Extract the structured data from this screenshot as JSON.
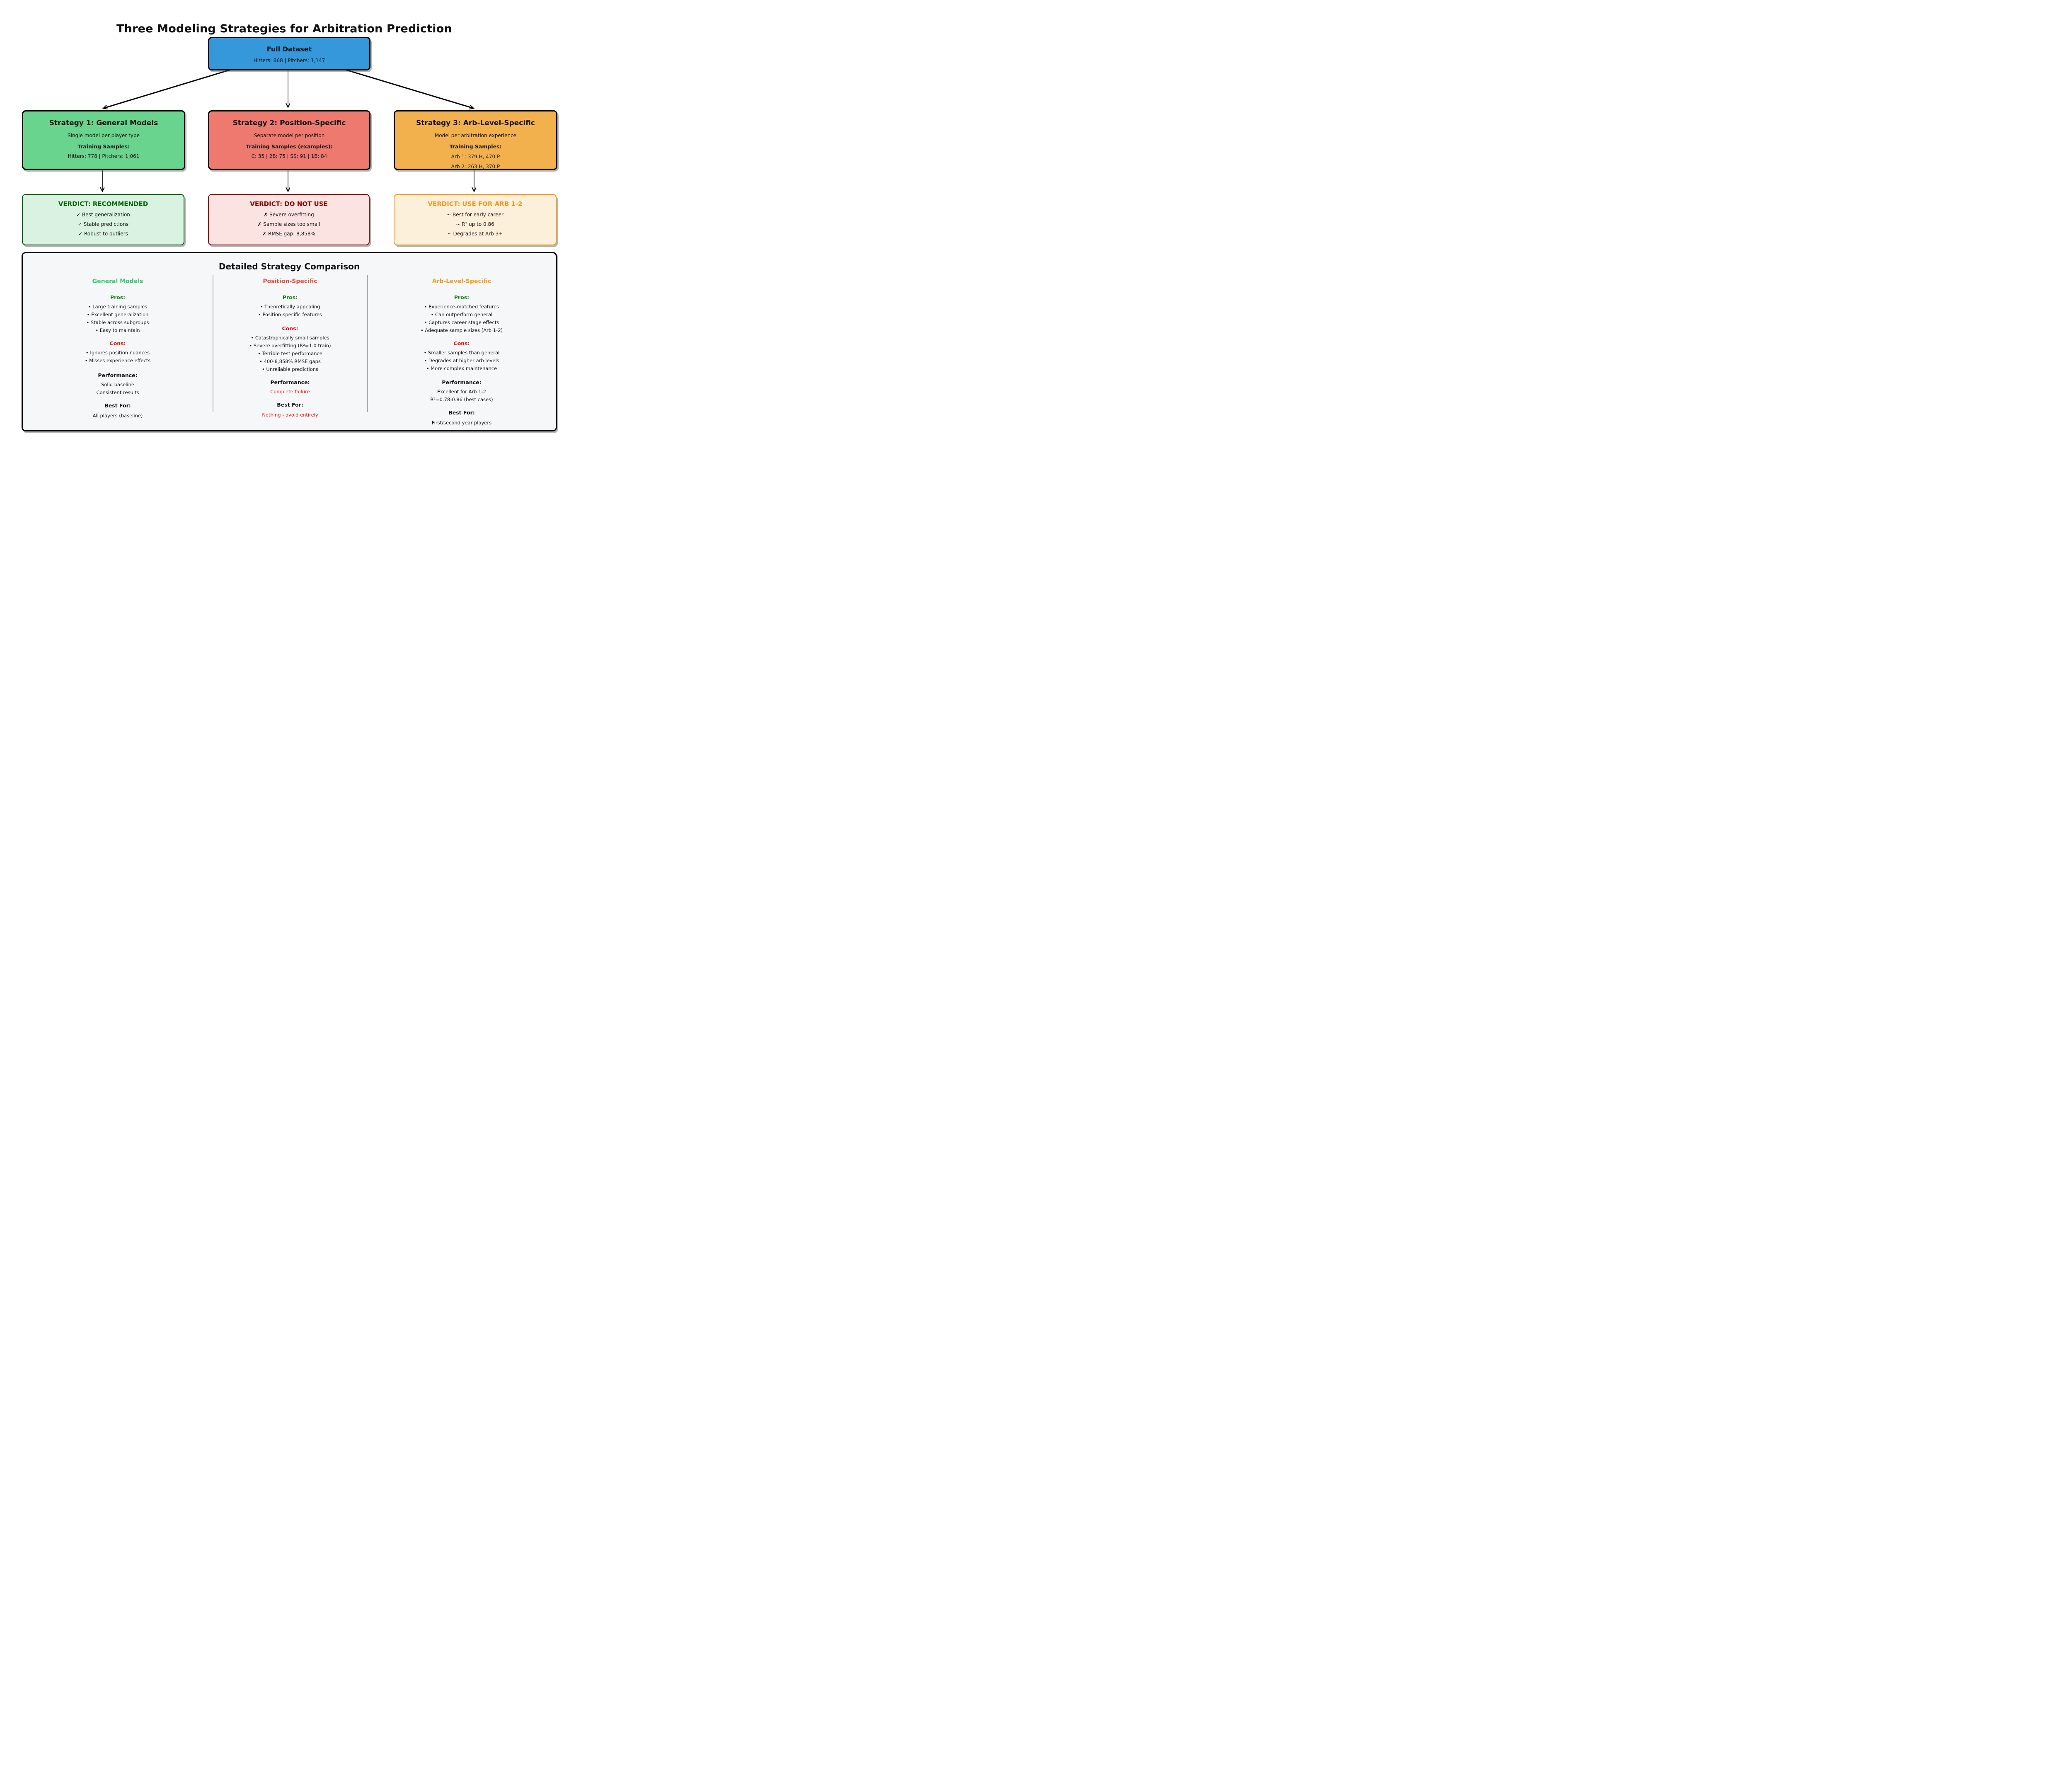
{
  "title": "Three Modeling Strategies for Arbitration Prediction",
  "root": {
    "title": "Full Dataset",
    "stats": "Hitters: 868  |  Pitchers: 1,147"
  },
  "strategies": [
    {
      "title": "Strategy 1: General Models",
      "subtitle": "Single model per player type",
      "samples_label": "Training Samples:",
      "samples": [
        "Hitters: 778  |  Pitchers: 1,061"
      ]
    },
    {
      "title": "Strategy 2: Position-Specific",
      "subtitle": "Separate model per position",
      "samples_label": "Training Samples (examples):",
      "samples": [
        "C: 35  |  2B: 75  |  SS: 91  |  1B: 84"
      ]
    },
    {
      "title": "Strategy 3: Arb-Level-Specific",
      "subtitle": "Model per arbitration experience",
      "samples_label": "Training Samples:",
      "samples": [
        "Arb 1: 379 H, 470 P",
        "Arb 2: 263 H, 370 P"
      ]
    }
  ],
  "verdicts": [
    {
      "title": "VERDICT: RECOMMENDED",
      "items": [
        "✓ Best generalization",
        "✓ Stable predictions",
        "✓ Robust to outliers"
      ]
    },
    {
      "title": "VERDICT: DO NOT USE",
      "items": [
        "✗ Severe overfitting",
        "✗ Sample sizes too small",
        "✗ RMSE gap: 8,858%"
      ]
    },
    {
      "title": "VERDICT: USE FOR ARB 1-2",
      "items": [
        "~ Best for early career",
        "~ R² up to 0.86",
        "~ Degrades at Arb 3+"
      ]
    }
  ],
  "comparison": {
    "title": "Detailed Strategy Comparison",
    "columns": [
      {
        "header": "General Models",
        "pros_label": "Pros:",
        "pros": [
          "• Large training samples",
          "• Excellent generalization",
          "• Stable across subgroups",
          "• Easy to maintain"
        ],
        "cons_label": "Cons:",
        "cons": [
          "• Ignores position nuances",
          "• Misses experience effects"
        ],
        "performance_label": "Performance:",
        "performance": [
          "Solid baseline",
          "Consistent results"
        ],
        "best_label": "Best For:",
        "best": [
          "All players (baseline)"
        ]
      },
      {
        "header": "Position-Specific",
        "pros_label": "Pros:",
        "pros": [
          "• Theoretically appealing",
          "• Position-specific features"
        ],
        "cons_label": "Cons:",
        "cons": [
          "• Catastrophically small samples",
          "• Severe overfitting (R²=1.0 train)",
          "• Terrible test performance",
          "• 400-8,858% RMSE gaps",
          "• Unreliable predictions"
        ],
        "performance_label": "Performance:",
        "performance": [
          "Complete failure"
        ],
        "best_label": "Best For:",
        "best": [
          "Nothing - avoid entirely"
        ]
      },
      {
        "header": "Arb-Level-Specific",
        "pros_label": "Pros:",
        "pros": [
          "• Experience-matched features",
          "• Can outperform general",
          "• Captures career stage effects",
          "• Adequate sample sizes (Arb 1-2)"
        ],
        "cons_label": "Cons:",
        "cons": [
          "• Smaller samples than general",
          "• Degrades at higher arb levels",
          "• More complex maintenance"
        ],
        "performance_label": "Performance:",
        "performance": [
          "Excellent for Arb 1-2",
          "R²=0.78-0.86 (best cases)"
        ],
        "best_label": "Best For:",
        "best": [
          "First/second year players"
        ]
      }
    ]
  },
  "colors": {
    "root_fill": "#3498db",
    "strategy1_fill": "#69d48d",
    "strategy2_fill": "#ee7a6f",
    "strategy3_fill": "#f3b14e",
    "verdict1_bg": "#d9f2e2",
    "verdict1_accent": "#006400",
    "verdict2_bg": "#fbe3e2",
    "verdict2_accent": "#8b0000",
    "verdict3_bg": "#fdf0da",
    "verdict3_accent": "#f7941e",
    "verdict3_border": "#ff9800",
    "header_general": "#2ecc71",
    "header_position": "#e74c3c",
    "header_arb": "#f39c12",
    "pros_label": "#0c7c0c",
    "cons_label": "#e60000",
    "warning_text": "#ee1111",
    "panel_bg": "#f5f7f9"
  }
}
